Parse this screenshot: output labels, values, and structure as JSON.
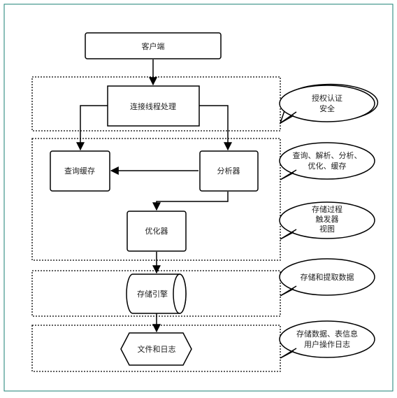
{
  "colors": {
    "frame": "#1a7f73",
    "stroke": "#000000",
    "fill": "#ffffff"
  },
  "diagram": {
    "nodes": {
      "client": "客户端",
      "connection": "连接线程处理",
      "query_cache": "查询缓存",
      "analyzer": "分析器",
      "optimizer": "优化器",
      "engine": "存储引擎",
      "files": "文件和日志"
    },
    "callouts": {
      "auth": [
        "授权认证",
        "安全"
      ],
      "parse": [
        "查询、解析、分析、",
        "优化、缓存"
      ],
      "procs": [
        "存储过程",
        "触发器",
        "视图"
      ],
      "store": [
        "存储和提取数据"
      ],
      "data": [
        "存储数据、表信息",
        "用户操作日志"
      ]
    }
  }
}
